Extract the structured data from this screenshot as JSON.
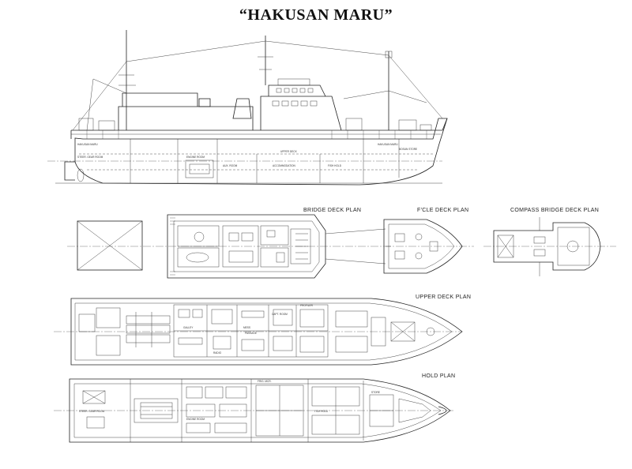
{
  "title": "“HAKUSAN MARU”",
  "profile": {
    "name_marks": [
      "HAKUSAN MARU",
      "HAKUSAN MARU"
    ],
    "rooms": [
      "STEER. GEAR ROOM",
      "ENGINE ROOM",
      "FISH HOLD",
      "AUX. ROOM",
      "UPPER DECK",
      "ACCOMMODATION",
      "BOSUN STORE"
    ]
  },
  "views": {
    "bridge": "BRIDGE DECK PLAN",
    "fcle": "F'CLE DECK PLAN",
    "compass": "COMPASS BRIDGE DECK PLAN",
    "upper": "UPPER DECK PLAN",
    "hold": "HOLD PLAN"
  },
  "plan_rooms": {
    "upper": [
      "GALLEY",
      "MESS",
      "CAPT. ROOM",
      "PROFILER",
      "PASSAGE",
      "RADIO"
    ],
    "hold": [
      "STEER. GEAR ROOM",
      "ENGINE ROOM",
      "FRIG. MCR.",
      "FISH HOLD",
      "STORE"
    ]
  }
}
